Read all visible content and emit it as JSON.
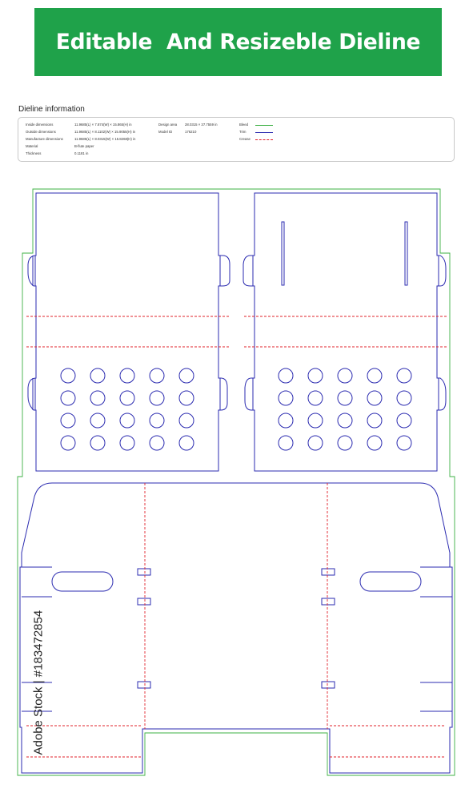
{
  "banner": {
    "title": "Editable  And Resizeble Dieline"
  },
  "info": {
    "heading": "Dieline information",
    "rows": [
      {
        "label": "Inside dimensions",
        "value": "11.9685(L) × 7.874(W) × 15.865(H) in"
      },
      {
        "label": "Outside dimensions",
        "value": "11.9685(L) × 8.1102(W) × 15.9055(H) in"
      },
      {
        "label": "Manufacture dimensions",
        "value": "11.9685(L) × 8.0315(W) × 15.8268(H) in"
      },
      {
        "label": "Material",
        "value": "B-flute paper"
      },
      {
        "label": "Thickness",
        "value": "0.1181 in"
      }
    ],
    "design_rows": [
      {
        "label": "Design area",
        "value": "28.0315 × 37.7559 in"
      },
      {
        "label": "Model ID",
        "value": "176210"
      }
    ],
    "legend": [
      {
        "label": "Bleed",
        "color": "#3cb043",
        "style": "solid"
      },
      {
        "label": "Trim",
        "color": "#2b2bb0",
        "style": "solid"
      },
      {
        "label": "Crease",
        "color": "#e0202a",
        "style": "dashed"
      }
    ]
  },
  "colors": {
    "banner": "#1fa24a",
    "bleed": "#3cb043",
    "trim": "#2b2bb0",
    "crease": "#e0202a"
  },
  "watermark": {
    "stock_id": "Adobe Stock | #183472854"
  }
}
